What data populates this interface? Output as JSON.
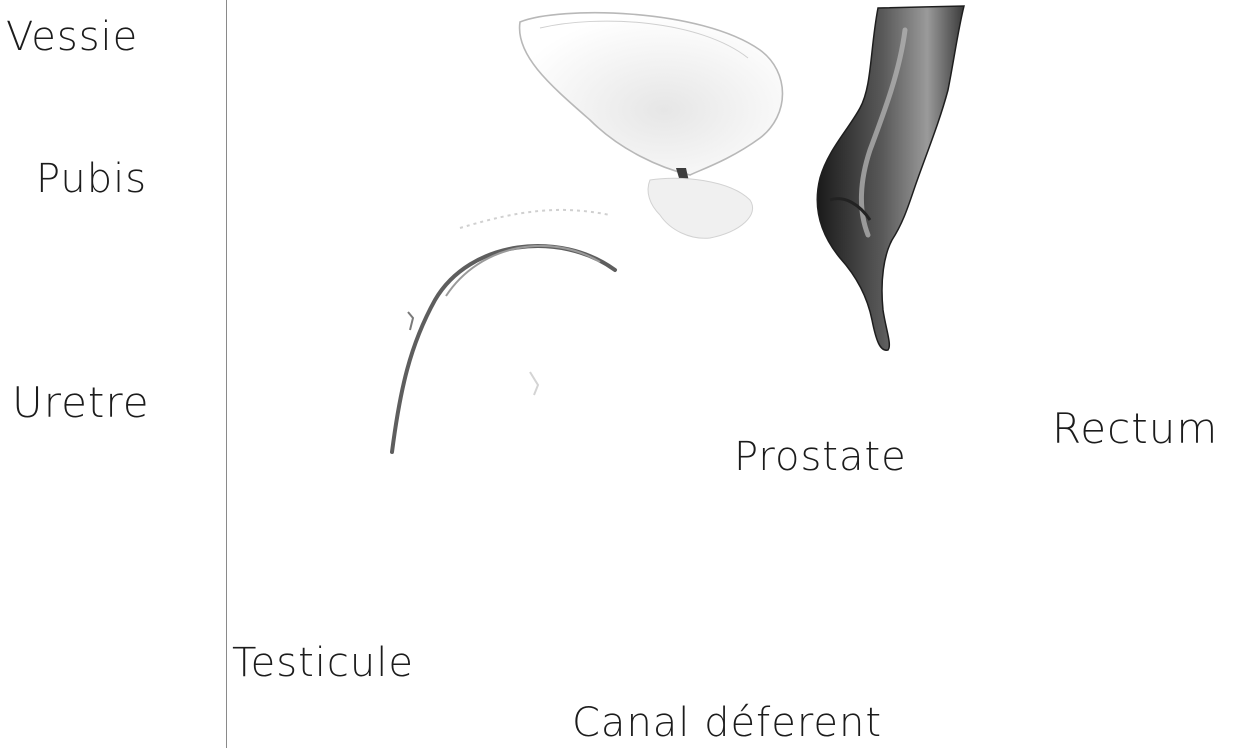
{
  "labels": {
    "vessie": "Vessie",
    "pubis": "Pubis",
    "uretre": "Uretre",
    "testicule": "Testicule",
    "canal_deferent": "Canal déferent",
    "prostate": "Prostate",
    "rectum": "Rectum"
  },
  "colors": {
    "background": "#ffffff",
    "text": "#1c1c1c",
    "rectum_dark": "#2a2a2a",
    "rectum_mid": "#6b6b6b",
    "faint_outline": "#c8c8c8"
  }
}
